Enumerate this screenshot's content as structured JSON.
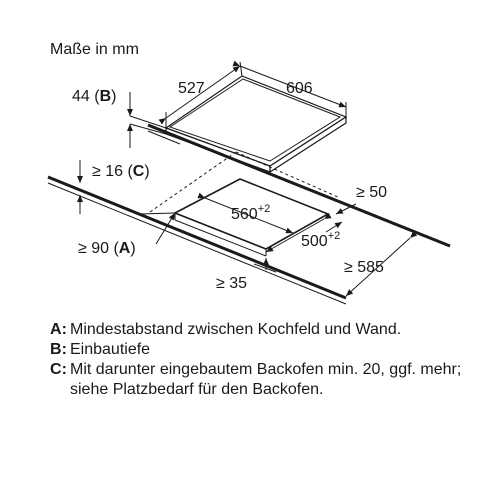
{
  "header": {
    "title": "Maße in mm"
  },
  "dimensions": {
    "width_cooktop": "527",
    "depth_cooktop": "606",
    "thickness_value": "44 (",
    "thickness_key": "B",
    "thickness_close": ")",
    "gap_value": "≥ 16 (",
    "gap_key": "C",
    "gap_close": ")",
    "wall_value": "≥ 90 (",
    "wall_key": "A",
    "wall_close": ")",
    "cutout_width": "560",
    "cutout_width_tol": "+2",
    "cutout_depth": "500",
    "cutout_depth_tol": "+2",
    "front_edge": "≥ 50",
    "worktop_depth": "≥ 585",
    "side_edge": "≥ 35"
  },
  "legend": [
    {
      "key": "A",
      "sep": ":",
      "text": "Mindestabstand zwischen Kochfeld und Wand."
    },
    {
      "key": "B",
      "sep": ":",
      "text": "Einbautiefe"
    },
    {
      "key": "C",
      "sep": ":",
      "text": "Mit darunter eingebautem Backofen min. 20, ggf. mehr; siehe Platzbedarf für den Backofen."
    }
  ]
}
